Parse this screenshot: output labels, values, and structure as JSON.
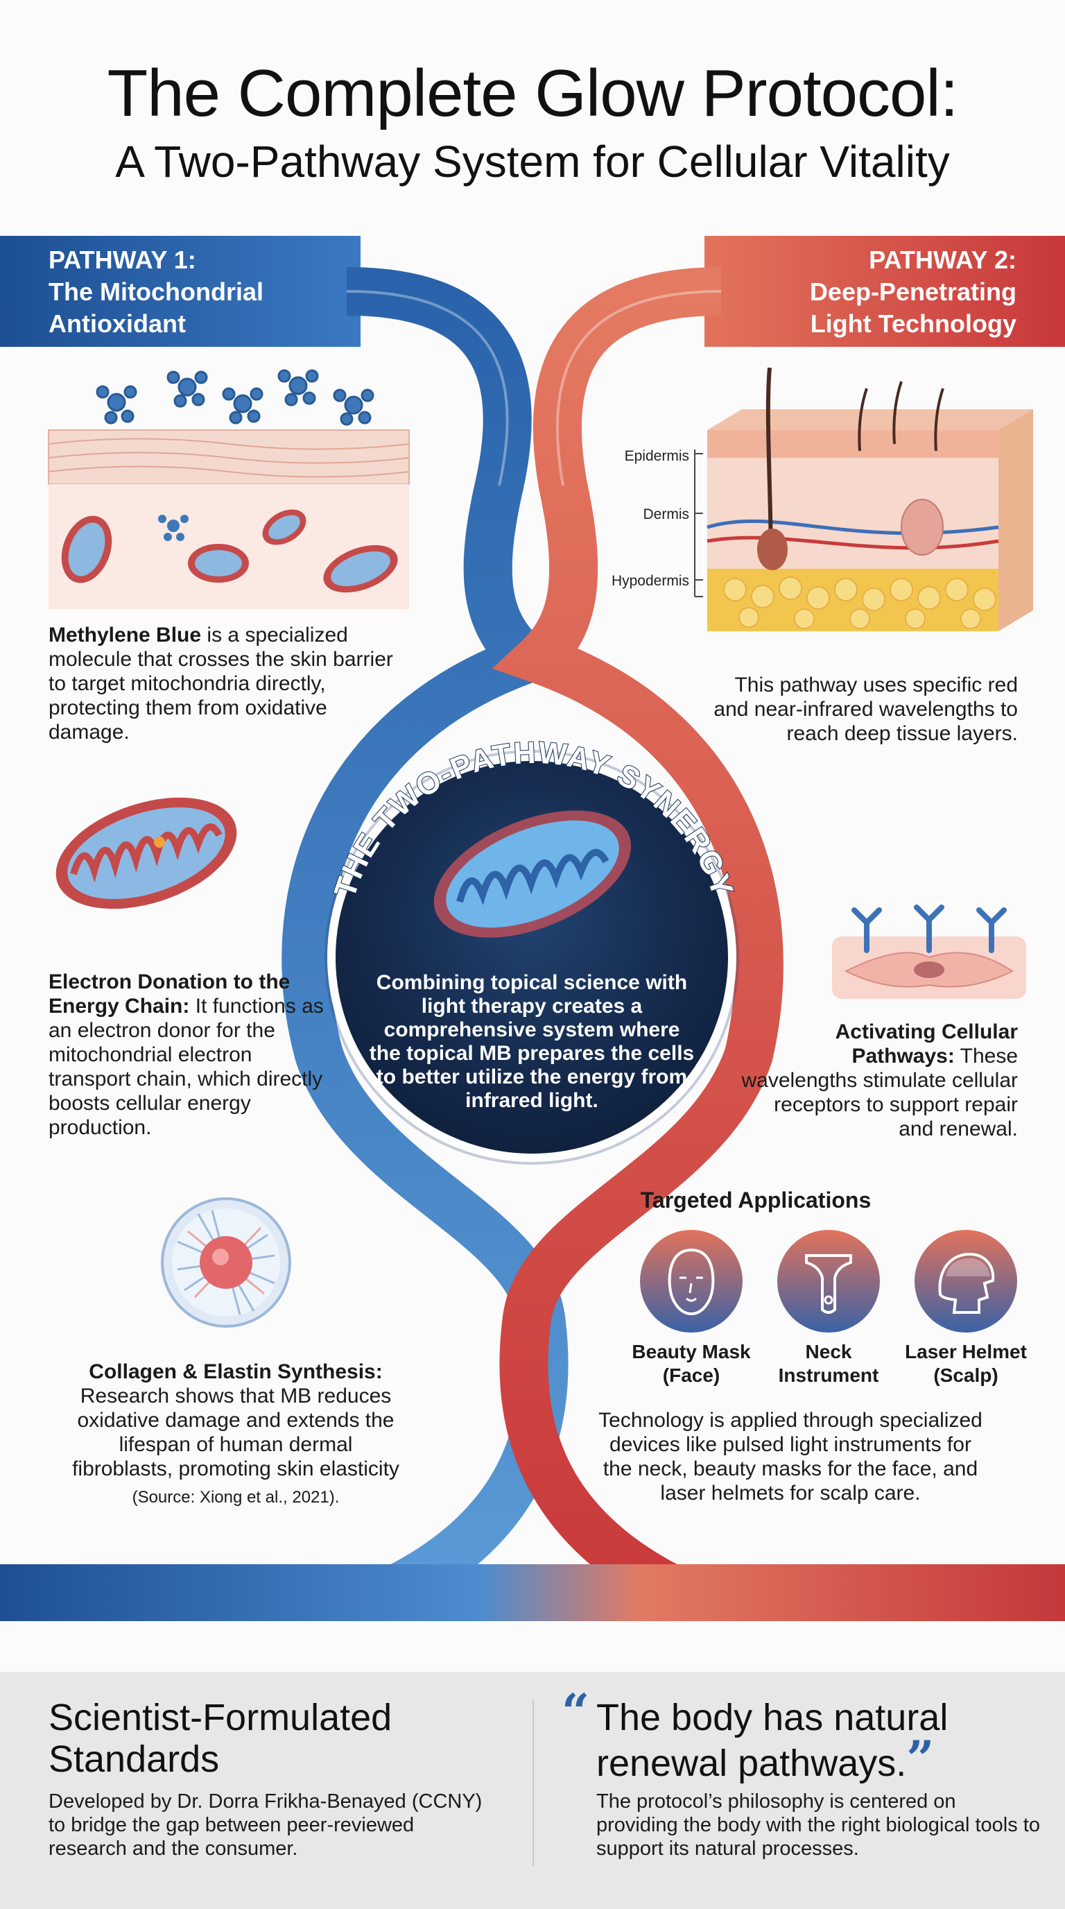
{
  "title": "The Complete Glow Protocol:",
  "subtitle": "A Two-Pathway System for Cellular Vitality",
  "pathway1": {
    "line1": "PATHWAY 1:",
    "line2": "The Mitochondrial",
    "line3": "Antioxidant"
  },
  "pathway2": {
    "line1": "PATHWAY 2:",
    "line2": "Deep-Penetrating",
    "line3": "Light Technology"
  },
  "skin_layers": {
    "epidermis": "Epidermis",
    "dermis": "Dermis",
    "hypodermis": "Hypodermis"
  },
  "methylene": {
    "bold": "Methylene Blue",
    "text": " is a specialized molecule that crosses the skin barrier to target mitochondria directly, protecting them from oxidative damage."
  },
  "light": {
    "text": "This pathway uses specific red and near-infrared wavelengths to reach deep tissue layers."
  },
  "synergy": {
    "arc_title": "THE TWO-PATHWAY SYNERGY",
    "text": "Combining topical science with light therapy creates a comprehensive system where the topical MB prepares the cells to better utilize the energy from infrared light."
  },
  "electron": {
    "bold": "Electron Donation to the Energy Chain:",
    "text": " It functions as an electron donor for the mitochondrial electron transport chain, which directly boosts cellular energy production."
  },
  "activating": {
    "bold": "Activating Cellular Pathways:",
    "text": " These wavelengths stimulate cellular receptors to support repair and renewal."
  },
  "collagen": {
    "bold": "Collagen & Elastin Synthesis:",
    "text": " Research shows that MB reduces oxidative damage and extends the lifespan of human dermal fibroblasts, promoting skin elasticity",
    "source": "(Source: Xiong et al., 2021)."
  },
  "applications": {
    "heading": "Targeted Applications",
    "devices": [
      {
        "line1": "Beauty Mask",
        "line2": "(Face)",
        "icon": "face-mask-icon"
      },
      {
        "line1": "Neck",
        "line2": "Instrument",
        "icon": "neck-device-icon"
      },
      {
        "line1": "Laser Helmet",
        "line2": "(Scalp)",
        "icon": "helmet-icon"
      }
    ],
    "text": "Technology is applied through specialized devices like pulsed light instruments for the neck, beauty masks for the face, and laser helmets for scalp care."
  },
  "footer": {
    "left_heading_1": "Scientist-Formulated",
    "left_heading_2": "Standards",
    "left_text": "Developed by Dr. Dorra Frikha-Benayed (CCNY) to bridge the gap between peer-reviewed research and the consumer.",
    "quote_open": "“",
    "quote_line1": "The body has natural",
    "quote_line2": "renewal pathways.",
    "quote_close": "”",
    "right_text": "The protocol’s philosophy is centered on providing the body with the right biological tools to support its natural processes."
  },
  "colors": {
    "blue": "#2f6fb8",
    "dark_blue": "#1e4f93",
    "red": "#d9493f",
    "coral": "#e8765f",
    "navy": "#14284a"
  }
}
